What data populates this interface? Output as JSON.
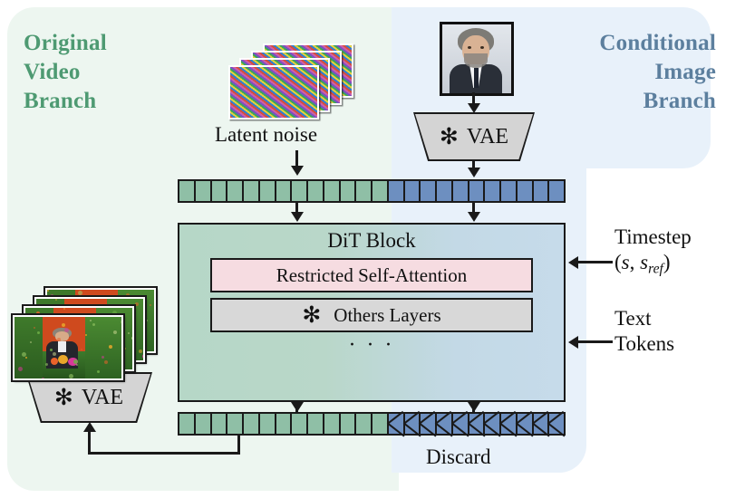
{
  "figure": {
    "branches": {
      "left": {
        "title": "Original\nVideo\nBranch",
        "title_line1": "Original",
        "title_line2": "Video",
        "title_line3": "Branch",
        "color": "#4e9a72",
        "bg": "#edf6f0"
      },
      "right": {
        "title_line1": "Conditional",
        "title_line2": "Image",
        "title_line3": "Branch",
        "color": "#5c7f9e",
        "bg": "#e8f1fa"
      }
    },
    "labels": {
      "latent_noise": "Latent noise",
      "discard": "Discard",
      "timestep_line1": "Timestep",
      "timestep_math_open": "(",
      "timestep_math_s": "s",
      "timestep_math_comma": ", ",
      "timestep_math_sref_base": "s",
      "timestep_math_sref_sub": "ref",
      "timestep_math_close": ")",
      "text_tokens_line1": "Text",
      "text_tokens_line2": "Tokens"
    },
    "vae_top": {
      "label": "VAE",
      "icon": "snowflake-icon",
      "glyph": "✻"
    },
    "vae_bottom": {
      "label": "VAE",
      "icon": "snowflake-icon",
      "glyph": "✻"
    },
    "dit_block": {
      "title": "DiT Block",
      "attention_layer": "Restricted Self-Attention",
      "others_layer": "Others Layers",
      "others_icon": "snowflake-icon",
      "others_glyph": "✻",
      "ellipsis": "· · ·",
      "gradient_from": "#b6d7c7",
      "gradient_to": "#c6dbea",
      "attention_bg": "#f6dce1",
      "others_bg": "#d8d8d8"
    },
    "tokens": {
      "input_strip": {
        "green_count": 13,
        "blue_count": 11,
        "green_color": "#8fbfa6",
        "blue_color": "#6d8fc0"
      },
      "output_strip": {
        "green_count": 13,
        "blue_count": 11,
        "blue_crossed": true,
        "green_color": "#8fbfa6",
        "blue_color": "#6d8fc0"
      }
    },
    "noise_stack": {
      "frame_count": 4
    },
    "video_stack": {
      "frame_count": 4
    },
    "portrait": {
      "alt": "conditional-reference-portrait"
    }
  }
}
